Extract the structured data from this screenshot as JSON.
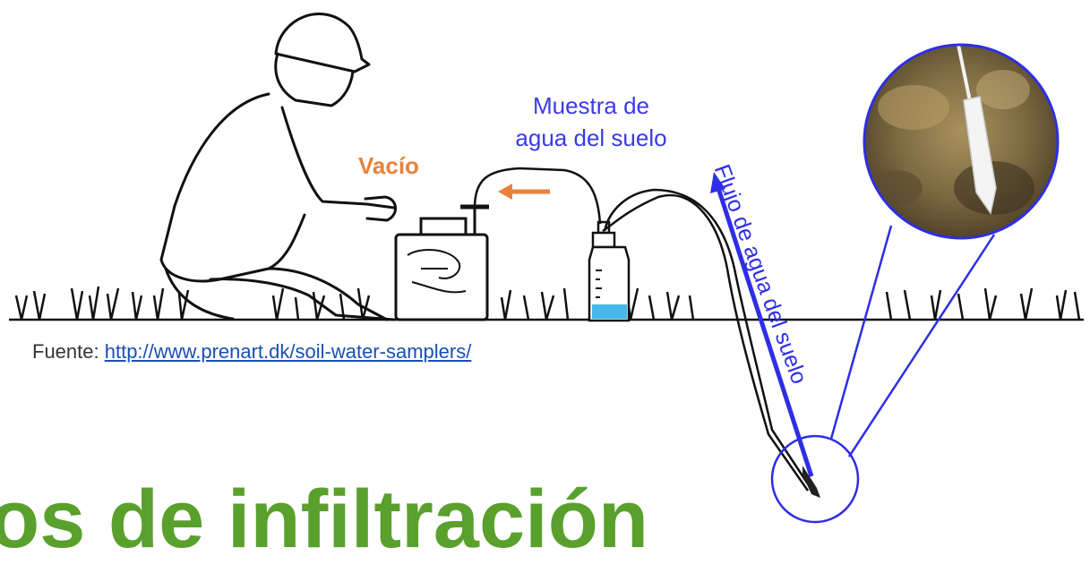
{
  "labels": {
    "sample": [
      "Muestra de",
      "agua del suelo"
    ],
    "vacuum": "Vacío",
    "flow": "Flujo de agua del suelo"
  },
  "source": {
    "prefix": "Fuente:",
    "link_text": "http://www.prenart.dk/soil-water-samplers/"
  },
  "title": "os de infiltración",
  "colors": {
    "sample_label": "#3a3aea",
    "vacuum_label": "#e8823a",
    "flow_label": "#2e2ee6",
    "link": "#1a4fb5",
    "title": "#5aa02c",
    "water": "#44b8e8",
    "soil": "#6b5a3a"
  }
}
